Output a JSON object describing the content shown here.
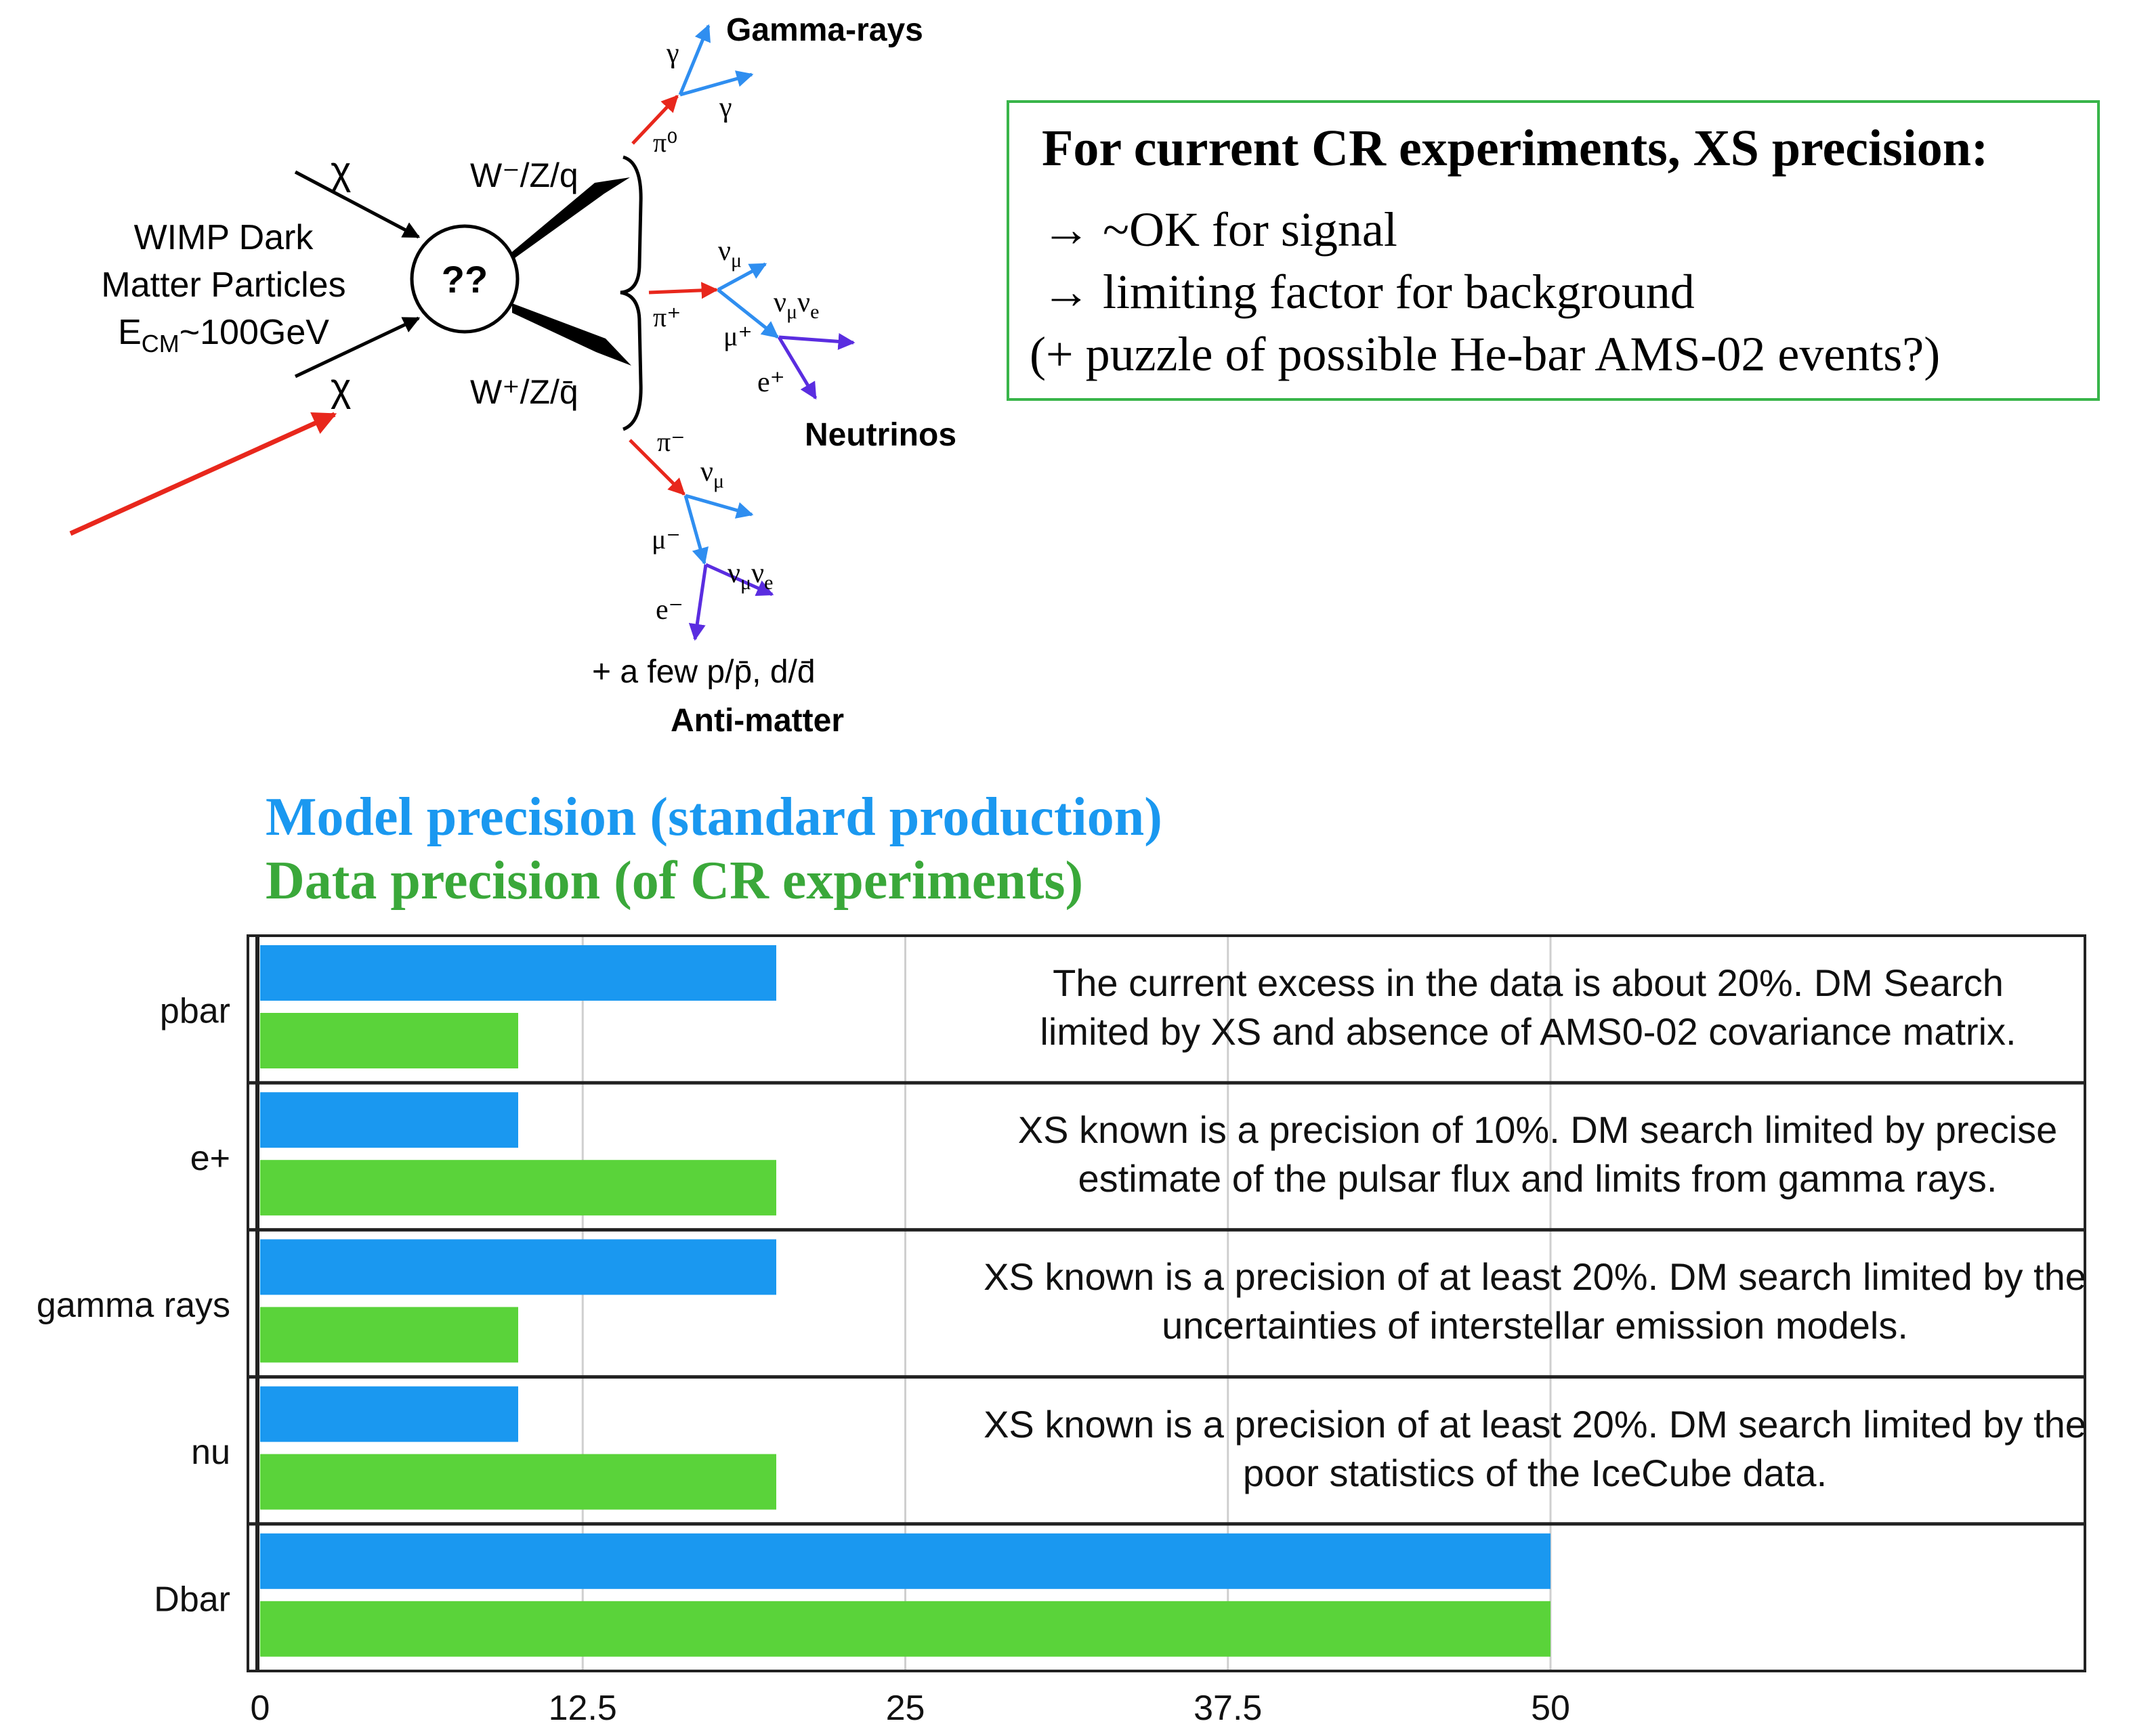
{
  "diagram": {
    "chi_top": "χ",
    "chi_bottom": "χ",
    "wimp_line1": "WIMP Dark",
    "wimp_line2": "Matter Particles",
    "wimp_line3_base": "E",
    "wimp_line3_sub": "CM",
    "wimp_line3_rest": "~100GeV",
    "vertex_label": "??",
    "w_minus": "W⁻/Z/q",
    "w_plus": "W⁺/Z/q̄",
    "gamma_rays_label": "Gamma-rays",
    "gamma1": "γ",
    "gamma2": "γ",
    "pi0": "π⁰",
    "pi_plus": "π⁺",
    "nu_mu_1": "ν",
    "nu_mu_1_sub": "μ",
    "nu_mu_nu_e_1": "ν",
    "nu_mu_nu_e_1_sub": "μ",
    "nu_e_1": "ν",
    "nu_e_1_sub": "e",
    "mu_plus": "μ⁺",
    "e_plus": "e⁺",
    "neutrinos_label": "Neutrinos",
    "pi_minus": "π⁻",
    "nu_mu_2": "ν",
    "nu_mu_2_sub": "μ",
    "mu_minus": "μ⁻",
    "nu_mu_nu_e_2": "ν",
    "nu_mu_nu_e_2_sub": "μ",
    "nu_e_2": "ν",
    "nu_e_2_sub": "e",
    "e_minus": "e⁻",
    "antimatter_extra": "+ a few p/p̄, d/d̄",
    "antimatter_label": "Anti-matter"
  },
  "info_box": {
    "title": "For current CR experiments, XS precision:",
    "line1": "→ ~OK for signal",
    "line2": "→ limiting factor for background",
    "line3": "(+ puzzle of possible He-bar AMS-02 events?)"
  },
  "legend": {
    "model": "Model precision (standard production)",
    "data": "Data precision (of CR experiments)"
  },
  "colors": {
    "model": "#1a98f0",
    "data": "#5ad33a",
    "info_border": "#39b54a",
    "legend_data_text": "#3aa83a",
    "red_arrow": "#e8271c"
  },
  "chart_data": {
    "type": "bar",
    "orientation": "horizontal",
    "categories": [
      "pbar",
      "e+",
      "gamma rays",
      "nu",
      "Dbar"
    ],
    "series": [
      {
        "name": "Model precision (standard production)",
        "values": [
          20,
          10,
          20,
          10,
          50
        ]
      },
      {
        "name": "Data precision (of CR experiments)",
        "values": [
          10,
          20,
          10,
          20,
          50
        ]
      }
    ],
    "xlim": [
      0,
      70
    ],
    "xticks": [
      "0",
      "12.5",
      "25",
      "37.5",
      "50"
    ],
    "xtick_values": [
      0,
      12.5,
      25,
      37.5,
      50
    ],
    "grid": true,
    "annotations": [
      {
        "category": "pbar",
        "lines": [
          "The current excess in the data is about 20%. DM Search",
          "limited by XS and absence of AMS0-02 covariance matrix."
        ]
      },
      {
        "category": "e+",
        "lines": [
          "XS known is a precision of 10%. DM search limited by precise",
          "estimate of the pulsar flux and limits from gamma rays."
        ]
      },
      {
        "category": "gamma rays",
        "lines": [
          "XS known is a precision of at least 20%. DM search limited by the",
          "uncertainties of interstellar emission models."
        ]
      },
      {
        "category": "nu",
        "lines": [
          "XS known is a precision of at least 20%. DM search limited by the",
          "poor statistics of the IceCube data."
        ]
      },
      {
        "category": "Dbar",
        "lines": []
      }
    ]
  }
}
